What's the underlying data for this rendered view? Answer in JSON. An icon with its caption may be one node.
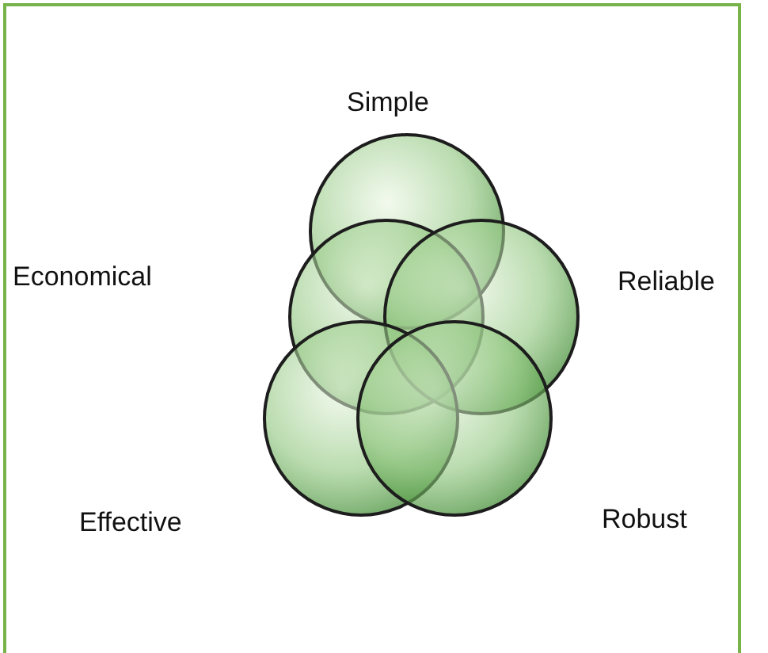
{
  "diagram": {
    "nodes": [
      {
        "text": [],
        "shape": "circle"
      },
      {
        "text": [],
        "shape": "circle"
      },
      {
        "text": [],
        "shape": "circle"
      },
      {
        "text": [],
        "shape": "circle"
      },
      {
        "text": [],
        "shape": "circle"
      }
    ],
    "labels": [
      "Simple",
      "Economical",
      "Reliable",
      "Effective",
      "Robust"
    ]
  }
}
